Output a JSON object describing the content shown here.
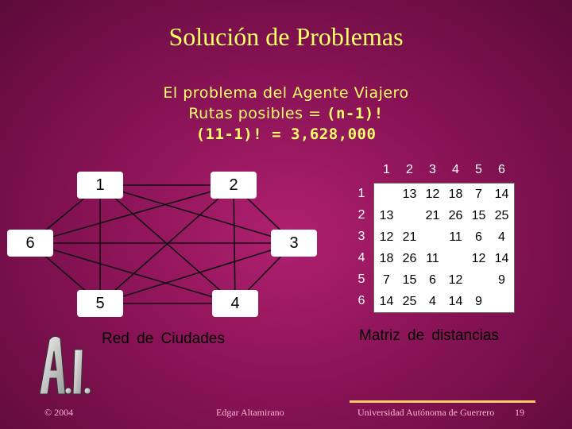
{
  "title": "Solución de Problemas",
  "subtitle": {
    "line1": "El problema del Agente Viajero",
    "line2_text": "Rutas posibles = ",
    "line2_formula": "(n-1)!",
    "line3": "(11-1)! = 3,628,000"
  },
  "graph": {
    "nodes": [
      "1",
      "2",
      "3",
      "4",
      "5",
      "6"
    ],
    "caption": "Red de Ciudades"
  },
  "matrix": {
    "caption": "Matriz de distancias",
    "col_headers": [
      "1",
      "2",
      "3",
      "4",
      "5",
      "6"
    ],
    "row_headers": [
      "1",
      "2",
      "3",
      "4",
      "5",
      "6"
    ],
    "rows": [
      [
        "",
        "13",
        "12",
        "18",
        "7",
        "14"
      ],
      [
        "13",
        "",
        "21",
        "26",
        "15",
        "25"
      ],
      [
        "12",
        "21",
        "",
        "11",
        "6",
        "4"
      ],
      [
        "18",
        "26",
        "11",
        "",
        "12",
        "14"
      ],
      [
        "7",
        "15",
        "6",
        "12",
        "",
        "9"
      ],
      [
        "14",
        "25",
        "4",
        "14",
        "9",
        ""
      ]
    ]
  },
  "logo": "A.I.",
  "footer": {
    "copyright": "© 2004",
    "author": "Edgar Altamirano",
    "institution": "Universidad Autónoma de Guerrero",
    "page": "19"
  },
  "colors": {
    "title": "#ffff66",
    "background": "#8a1356",
    "accent_line": "#ffcc66"
  }
}
